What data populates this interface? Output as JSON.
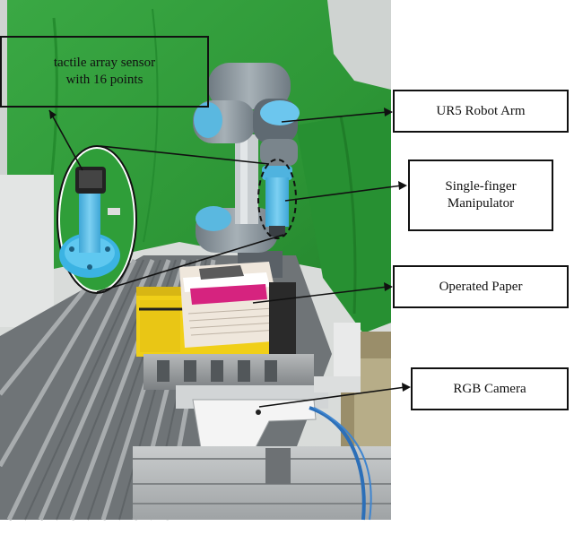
{
  "callouts": {
    "tactile_sensor": "tactile array sensor\nwith 16 points",
    "ur5_robot_arm": "UR5 Robot Arm",
    "single_finger_manipulator": "Single-finger\nManipulator",
    "operated_paper": "Operated Paper",
    "rgb_camera": "RGB Camera"
  },
  "colors": {
    "green_screen": "#2f9e39",
    "robot_gray": "#8f9ba3",
    "robot_blue": "#5dbde6",
    "sponge_yellow": "#f2d21a",
    "paper_magenta": "#d6237f",
    "rail_gray": "#8a8e90",
    "camera_cable_blue": "#2c6fb8"
  }
}
